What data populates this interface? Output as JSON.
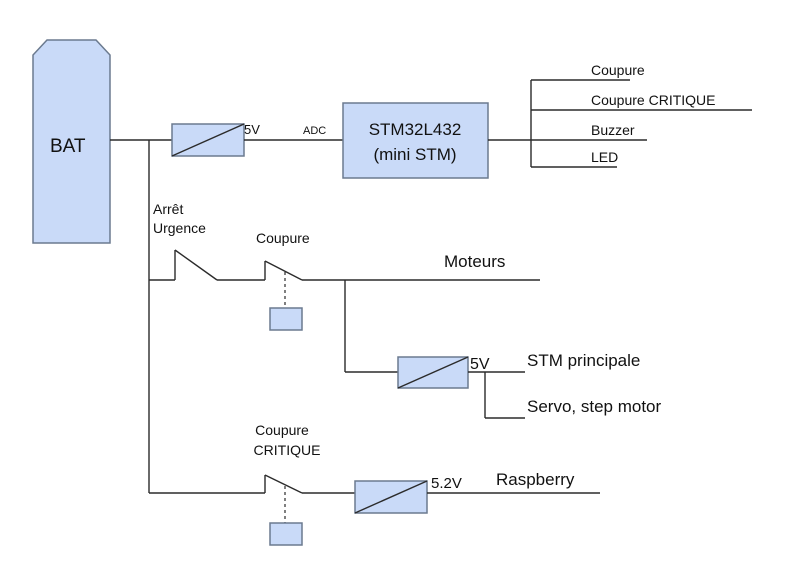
{
  "colors": {
    "box_fill": "#c9daf8",
    "box_stroke": "#6b7a8f",
    "wire": "#2b2b2b"
  },
  "battery": {
    "label": "BAT"
  },
  "top_branch": {
    "regulator_voltage": "5V",
    "adc_label": "ADC",
    "mcu": {
      "name": "STM32L432",
      "subtitle": "(mini STM)"
    },
    "outputs": [
      "Coupure",
      "Coupure CRITIQUE",
      "Buzzer",
      "LED"
    ]
  },
  "motor_branch": {
    "emergency_switch_label_1": "Arrêt",
    "emergency_switch_label_2": "Urgence",
    "relay_label": "Coupure",
    "output_label": "Moteurs",
    "regulator_voltage": "5V",
    "sub_outputs": [
      "STM principale",
      "Servo, step motor"
    ]
  },
  "critical_branch": {
    "relay_label_1": "Coupure",
    "relay_label_2": "CRITIQUE",
    "regulator_voltage": "5.2V",
    "output_label": "Raspberry"
  }
}
